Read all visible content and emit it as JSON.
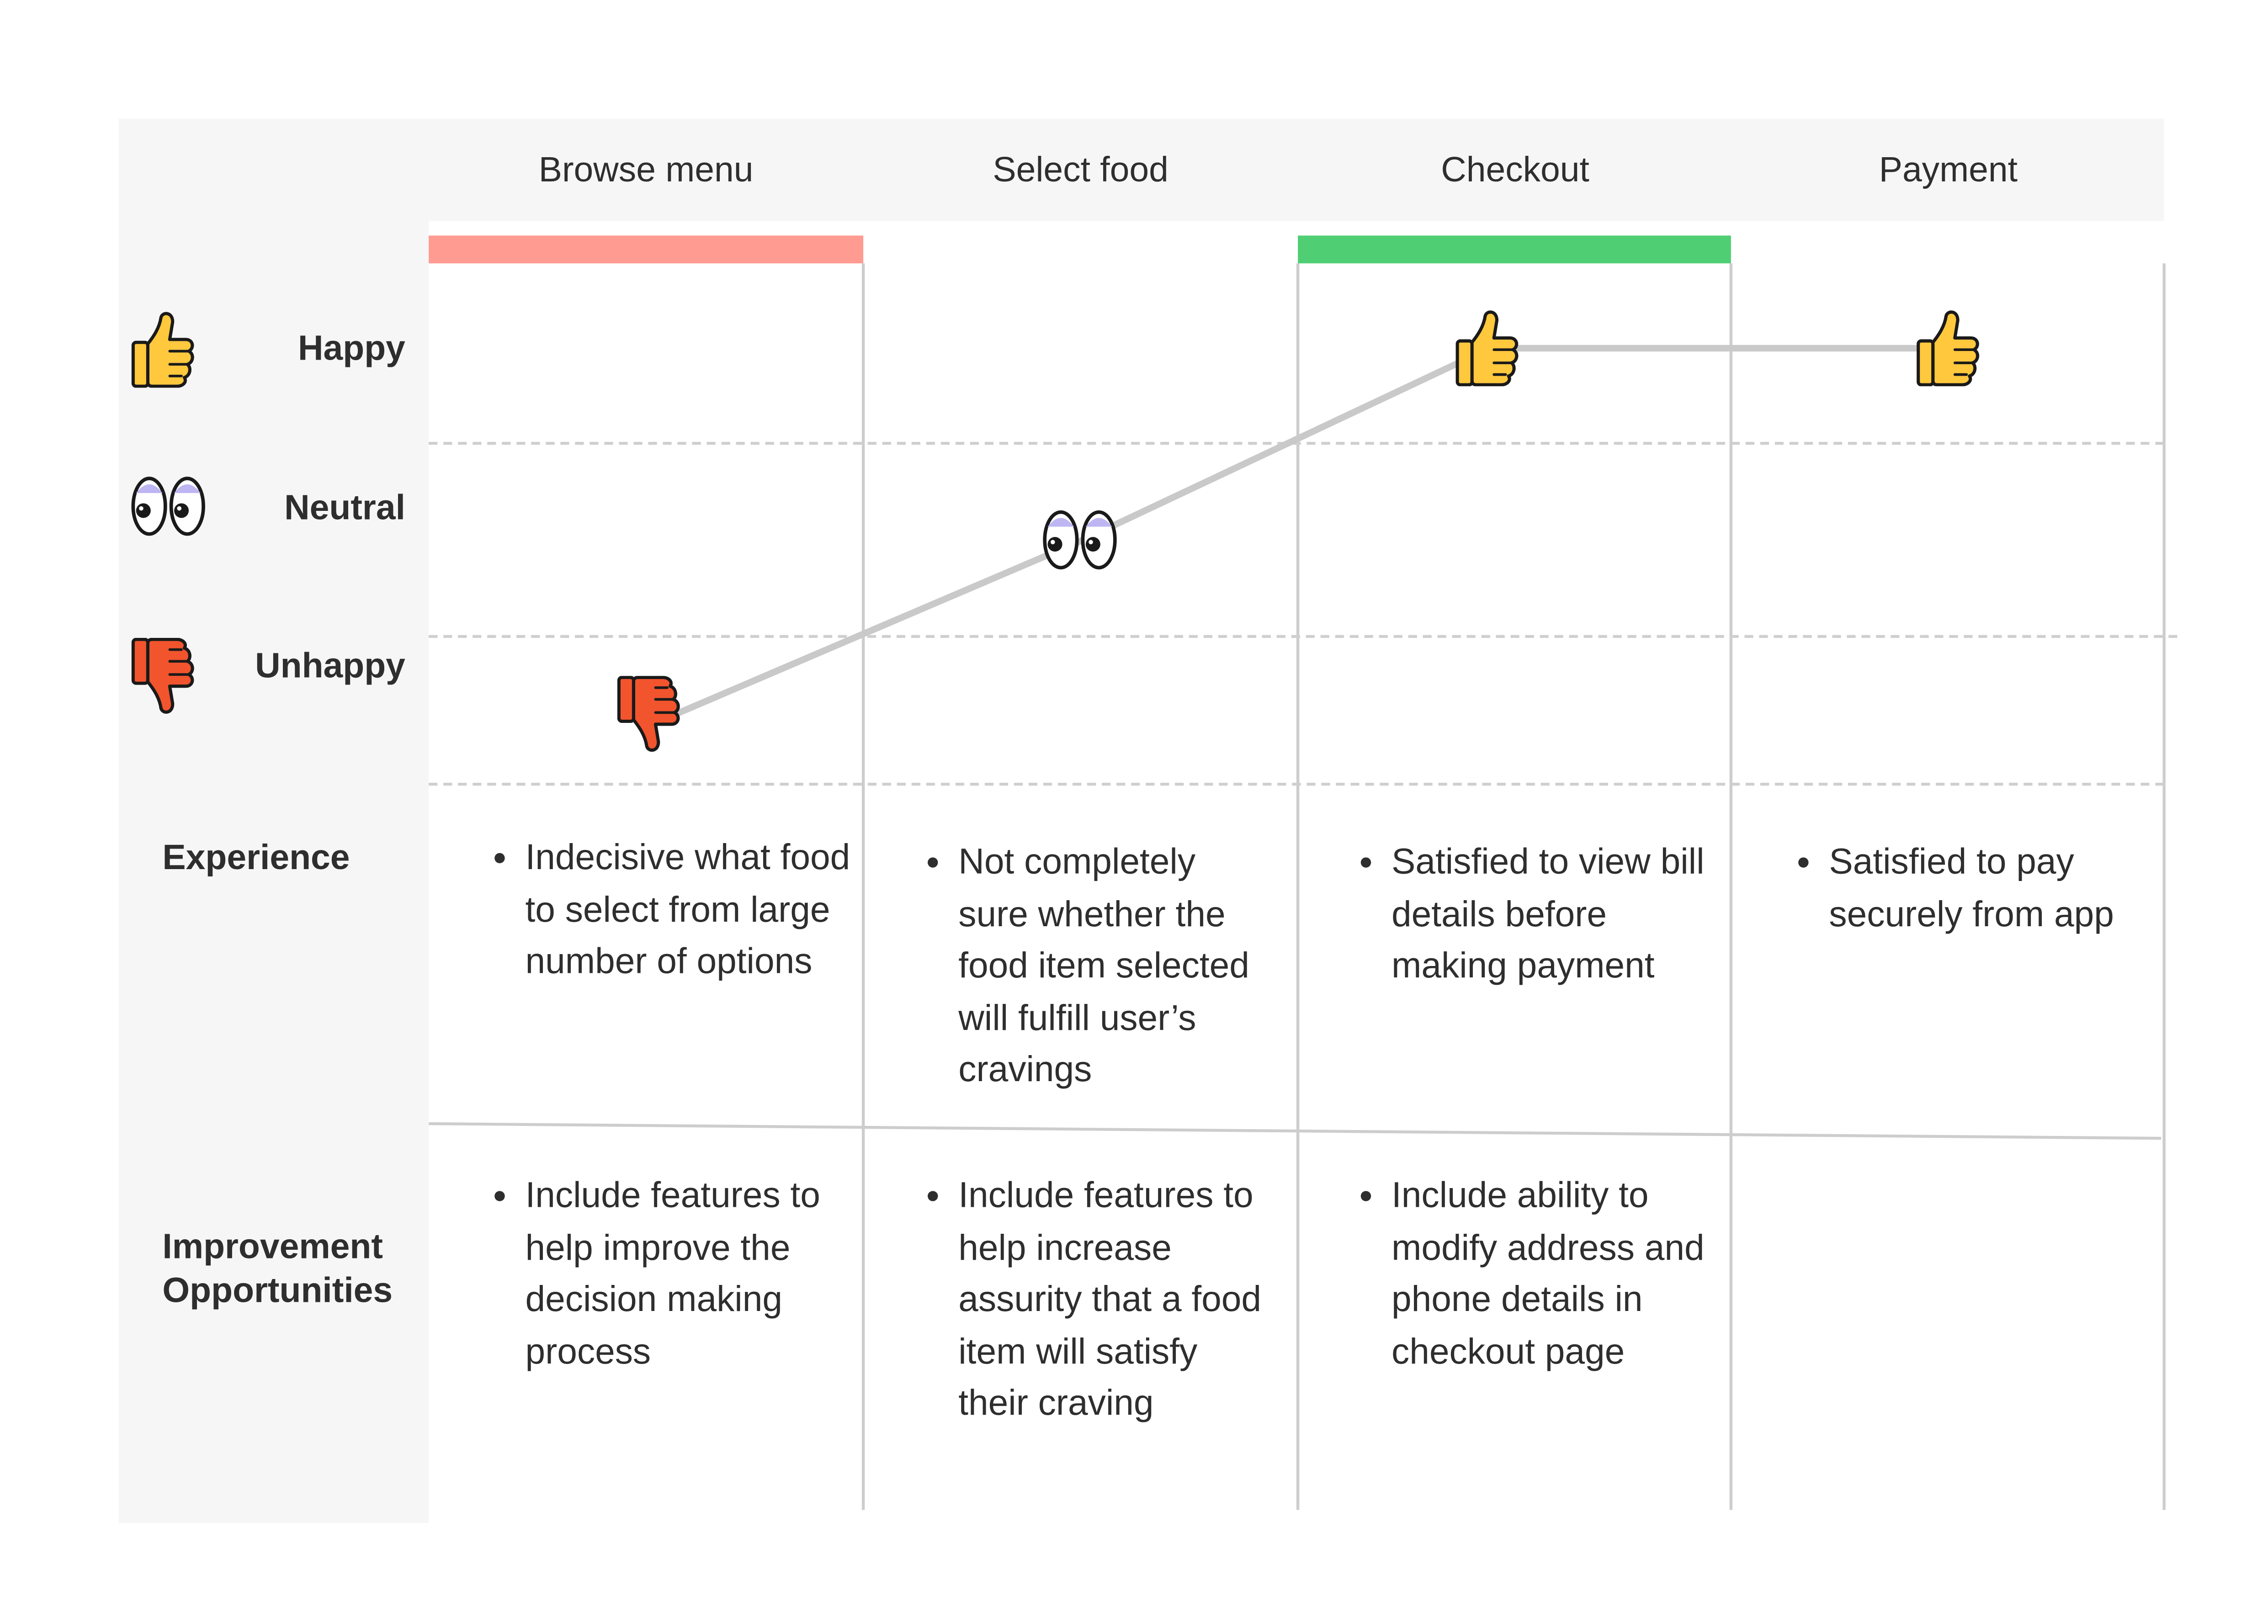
{
  "stages": [
    {
      "name": "Browse menu",
      "status_color": "#ff9b91",
      "emotion": "unhappy",
      "experience": "Indecisive what food to select from large number of options",
      "improvement": "Include features to help improve the decision making process"
    },
    {
      "name": "Select food",
      "status_color": "",
      "emotion": "neutral",
      "experience": "Not completely sure whether the food item selected will fulfill user’s cravings",
      "improvement": "Include features to help increase assurity that a food item will satisfy their craving"
    },
    {
      "name": "Checkout",
      "status_color": "#50ce74",
      "emotion": "happy",
      "experience": "Satisfied to view bill details before making payment",
      "improvement": "Include ability to modify address and phone details in checkout page"
    },
    {
      "name": "Payment",
      "status_color": "",
      "emotion": "happy",
      "experience": "Satisfied to pay securely from app",
      "improvement": ""
    }
  ],
  "emotions": [
    {
      "key": "happy",
      "label": "Happy",
      "icon": "thumbs-up-icon"
    },
    {
      "key": "neutral",
      "label": "Neutral",
      "icon": "eyes-icon"
    },
    {
      "key": "unhappy",
      "label": "Unhappy",
      "icon": "thumbs-down-icon"
    }
  ],
  "rows": {
    "experience_label": "Experience",
    "improvement_label_line1": "Improvement",
    "improvement_label_line2": "Opportunities"
  },
  "colors": {
    "negative": "#ff9b91",
    "positive": "#50ce74",
    "journey_line": "#c9c9c9",
    "thumb_yellow": "#ffc83d",
    "thumb_red": "#f2542d"
  }
}
